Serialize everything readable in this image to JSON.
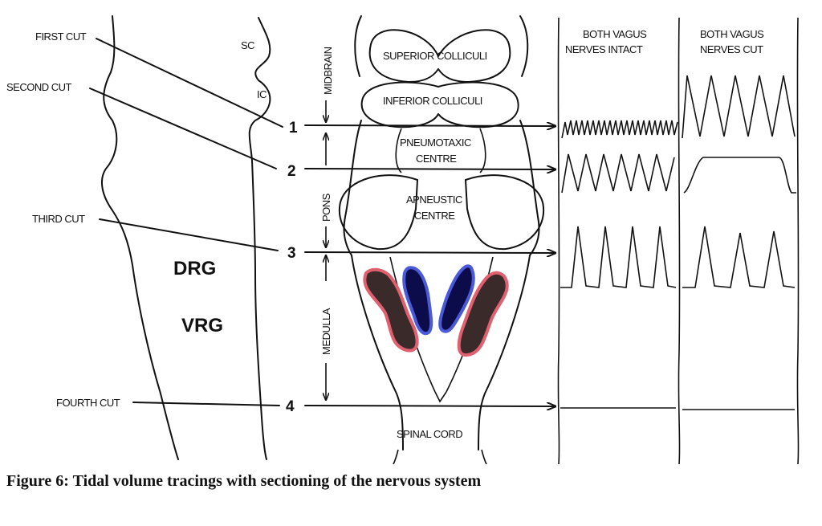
{
  "cuts": [
    "FIRST CUT",
    "SECOND CUT",
    "THIRD CUT",
    "FOURTH CUT"
  ],
  "side_labels": {
    "sc": "SC",
    "ic": "IC",
    "drg": "DRG",
    "vrg": "VRG"
  },
  "levels": [
    "1",
    "2",
    "3",
    "4"
  ],
  "regions": [
    "MIDBRAIN",
    "PONS",
    "MEDULLA"
  ],
  "structures": {
    "superior_colliculi": "SUPERIOR COLLICULI",
    "inferior_colliculi": "INFERIOR COLLICULI",
    "pneumotaxic_line1": "PNEUMOTAXIC",
    "pneumotaxic_line2": "CENTRE",
    "apneustic_line1": "APNEUSTIC",
    "apneustic_line2": "CENTRE",
    "spinal_cord": "SPINAL CORD"
  },
  "columns": {
    "intact_line1": "BOTH VAGUS",
    "intact_line2": "NERVES INTACT",
    "cut_line1": "BOTH VAGUS",
    "cut_line2": "NERVES CUT"
  },
  "caption": "Figure 6: Tidal volume tracings with sectioning of the nervous system",
  "colors": {
    "dark_nucleus": "#3a2a2a",
    "red_halo": "#e06070",
    "blue_nucleus": "#0c0c4a",
    "blue_halo": "#4a5ad8"
  }
}
